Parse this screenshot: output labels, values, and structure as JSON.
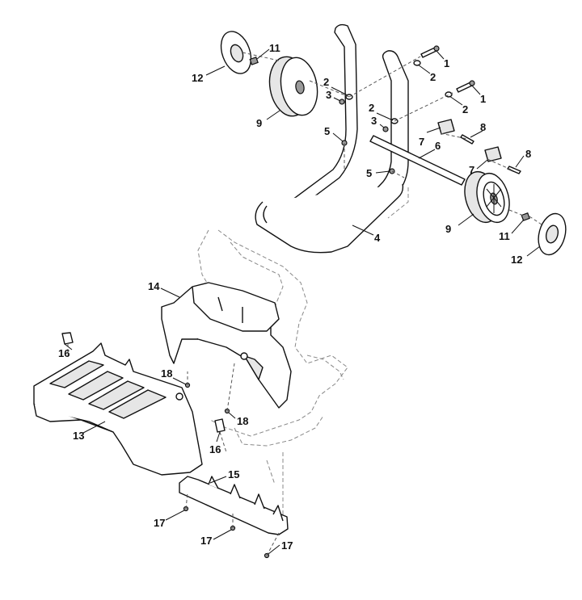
{
  "callouts": [
    {
      "id": "c1a",
      "text": "1"
    },
    {
      "id": "c1b",
      "text": "1"
    },
    {
      "id": "c2a",
      "text": "2"
    },
    {
      "id": "c2b",
      "text": "2"
    },
    {
      "id": "c2c",
      "text": "2"
    },
    {
      "id": "c2d",
      "text": "2"
    },
    {
      "id": "c3a",
      "text": "3"
    },
    {
      "id": "c3b",
      "text": "3"
    },
    {
      "id": "c4",
      "text": "4"
    },
    {
      "id": "c5a",
      "text": "5"
    },
    {
      "id": "c5b",
      "text": "5"
    },
    {
      "id": "c6",
      "text": "6"
    },
    {
      "id": "c7a",
      "text": "7"
    },
    {
      "id": "c7b",
      "text": "7"
    },
    {
      "id": "c8a",
      "text": "8"
    },
    {
      "id": "c8b",
      "text": "8"
    },
    {
      "id": "c9a",
      "text": "9"
    },
    {
      "id": "c9b",
      "text": "9"
    },
    {
      "id": "c11a",
      "text": "11"
    },
    {
      "id": "c11b",
      "text": "11"
    },
    {
      "id": "c12a",
      "text": "12"
    },
    {
      "id": "c12b",
      "text": "12"
    },
    {
      "id": "c13",
      "text": "13"
    },
    {
      "id": "c14",
      "text": "14"
    },
    {
      "id": "c15",
      "text": "15"
    },
    {
      "id": "c16a",
      "text": "16"
    },
    {
      "id": "c16b",
      "text": "16"
    },
    {
      "id": "c17a",
      "text": "17"
    },
    {
      "id": "c17b",
      "text": "17"
    },
    {
      "id": "c17c",
      "text": "17"
    },
    {
      "id": "c18a",
      "text": "18"
    },
    {
      "id": "c18b",
      "text": "18"
    }
  ]
}
